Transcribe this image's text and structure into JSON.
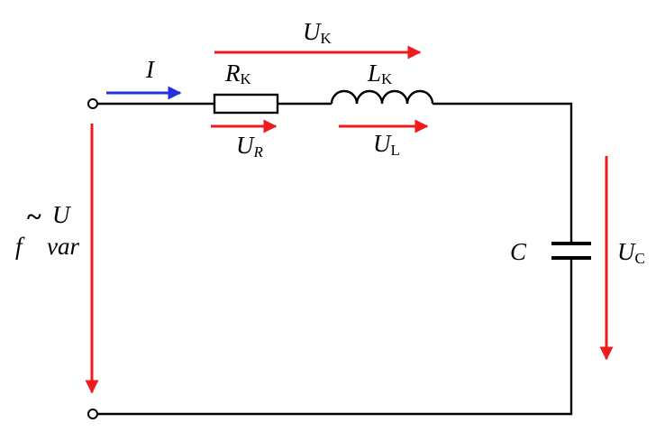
{
  "labels": {
    "current": "I",
    "coil_voltage_main": "U",
    "coil_voltage_sub": "K",
    "resistor_main": "R",
    "resistor_sub": "K",
    "inductor_main": "L",
    "inductor_sub": "K",
    "resistor_voltage_main": "U",
    "resistor_voltage_sub": "R",
    "inductor_voltage_main": "U",
    "inductor_voltage_sub": "L",
    "source_tilde": "~",
    "source_voltage": "U",
    "source_frequency": "f",
    "source_var": "var",
    "capacitor": "C",
    "capacitor_voltage_main": "U",
    "capacitor_voltage_sub": "C"
  },
  "colors": {
    "voltage_arrow": "#ee1c1c",
    "current_arrow": "#2233dd",
    "wire": "#000000"
  }
}
